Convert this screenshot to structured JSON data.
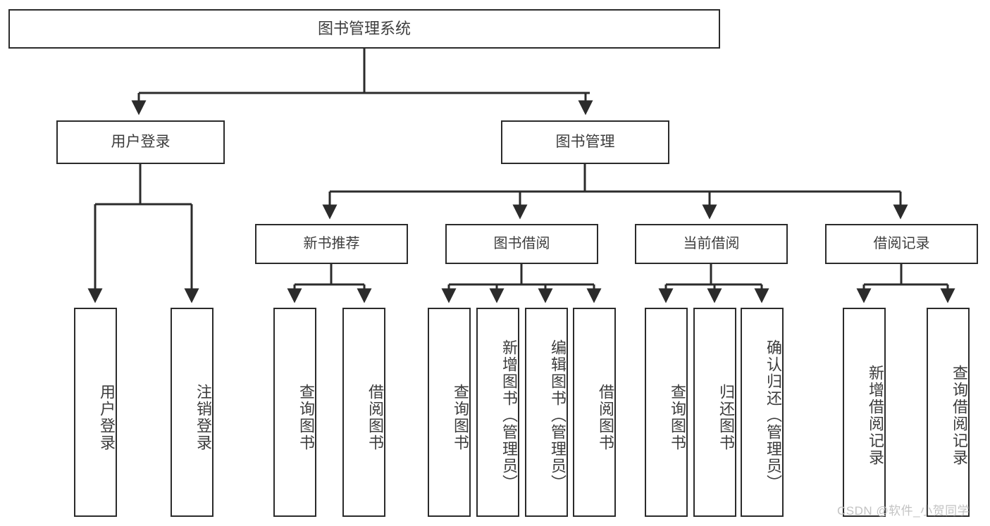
{
  "diagram": {
    "type": "tree",
    "title": "图书管理系统",
    "root": {
      "label": "图书管理系统"
    },
    "level1": [
      {
        "label": "用户登录"
      },
      {
        "label": "图书管理"
      }
    ],
    "level2": [
      {
        "label": "新书推荐"
      },
      {
        "label": "图书借阅"
      },
      {
        "label": "当前借阅"
      },
      {
        "label": "借阅记录"
      }
    ],
    "leaves": {
      "user_login": [
        {
          "label": "用户登录"
        },
        {
          "label": "注销登录"
        }
      ],
      "new_book_recommend": [
        {
          "label": "查询图书"
        },
        {
          "label": "借阅图书"
        }
      ],
      "book_borrow": [
        {
          "label": "查询图书"
        },
        {
          "label": "新增图书（管理员）"
        },
        {
          "label": "编辑图书（管理员）"
        },
        {
          "label": "借阅图书"
        }
      ],
      "current_borrow": [
        {
          "label": "查询图书"
        },
        {
          "label": "归还图书"
        },
        {
          "label": "确认归还（管理员）"
        }
      ],
      "borrow_record": [
        {
          "label": "新增借阅记录"
        },
        {
          "label": "查询借阅记录"
        }
      ]
    }
  },
  "watermark": {
    "text": "CSDN @软件_小贺同学"
  },
  "colors": {
    "stroke": "#2b2b2b",
    "text": "#3d3d3d",
    "background": "#ffffff",
    "watermark": "#c3c3c3"
  }
}
